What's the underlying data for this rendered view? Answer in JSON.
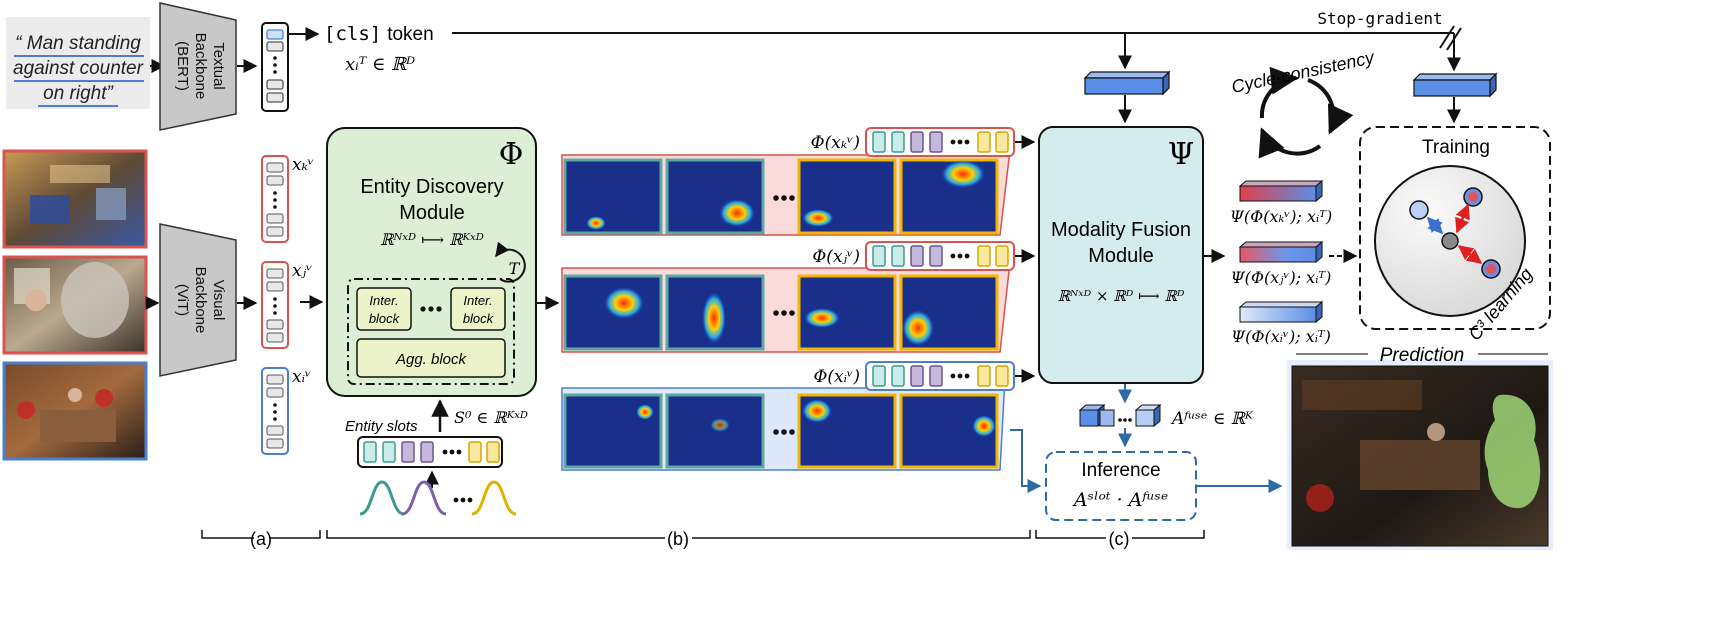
{
  "query": {
    "line1": "“ Man standing",
    "line2": "against counter",
    "line3": "on right”"
  },
  "textual_backbone": {
    "line1": "Textual",
    "line2": "Backbone",
    "line3": "(BERT)"
  },
  "visual_backbone": {
    "line1": "Visual",
    "line2": "Backbone",
    "line3": "(ViT)"
  },
  "cls_token": {
    "code": "[cls]",
    "word": "token",
    "math": "xᵢᵀ ∈ ℝᴰ"
  },
  "stop_gradient": "Stop-gradient",
  "frame_features": {
    "k": "xₖᵛ",
    "j": "xⱼᵛ",
    "i": "xᵢᵛ"
  },
  "entity_module": {
    "symbol": "Φ",
    "title1": "Entity Discovery",
    "title2": "Module",
    "mapping": "ℝᴺˣᴰ ⟼ ℝᴷˣᴰ",
    "loop": "T",
    "inter_block": "Inter. block",
    "inter_line1": "Inter.",
    "inter_line2": "block",
    "agg_block": "Agg. block"
  },
  "entity_slots": {
    "label": "Entity slots",
    "math": "S⁰ ∈ ℝᴷˣᴰ"
  },
  "slot_outputs": {
    "k": "Φ(xₖᵛ)",
    "j": "Φ(xⱼᵛ)",
    "i": "Φ(xᵢᵛ)"
  },
  "fusion_module": {
    "symbol": "Ψ",
    "title1": "Modality Fusion",
    "title2": "Module",
    "mapping": "ℝᴺˣᴰ × ℝᴰ ⟼ ℝᴰ"
  },
  "fused_outputs": {
    "k": "Ψ(Φ(xₖᵛ); xᵢᵀ)",
    "j": "Ψ(Φ(xⱼᵛ); xᵢᵀ)",
    "i": "Ψ(Φ(xᵢᵛ); xᵢᵀ)"
  },
  "cycle": "Cycle-consistency",
  "training": {
    "title": "Training",
    "c3": "C³ learning"
  },
  "fuse": "Aᶠᵘˢᵉ ∈ ℝᴷ",
  "inference": {
    "title": "Inference",
    "formula": "Aˢˡᵒᵗ · Aᶠᵘˢᵉ"
  },
  "prediction": "Prediction",
  "sections": {
    "a": "(a)",
    "b": "(b)",
    "c": "(c)"
  },
  "colors": {
    "red": "#d9534f",
    "blue": "#4a7fd0",
    "green_bg": "#dcefd4",
    "fusion_bg": "#d5ecee",
    "token_blue": "#5b8ee6",
    "teal": "#9fd8d2",
    "purple": "#b9a8cf",
    "yellow": "#f5d14a"
  }
}
